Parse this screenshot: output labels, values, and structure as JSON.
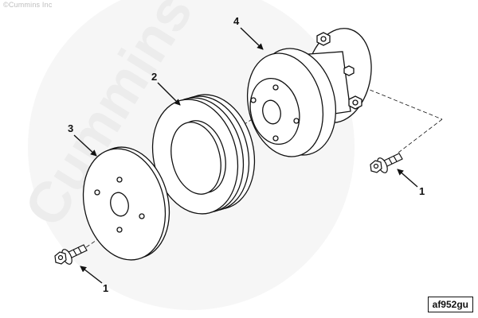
{
  "watermark": {
    "copyright": "©Cummins Inc",
    "brand": "Cummins"
  },
  "figure_id": "af952gu",
  "callouts": {
    "cap_screw_right": "1",
    "cap_screw_left": "1",
    "pulley_grooved": "2",
    "pulley_plate": "3",
    "fan_hub": "4"
  },
  "colors": {
    "line": "#111111",
    "watermark": "#ececec"
  }
}
